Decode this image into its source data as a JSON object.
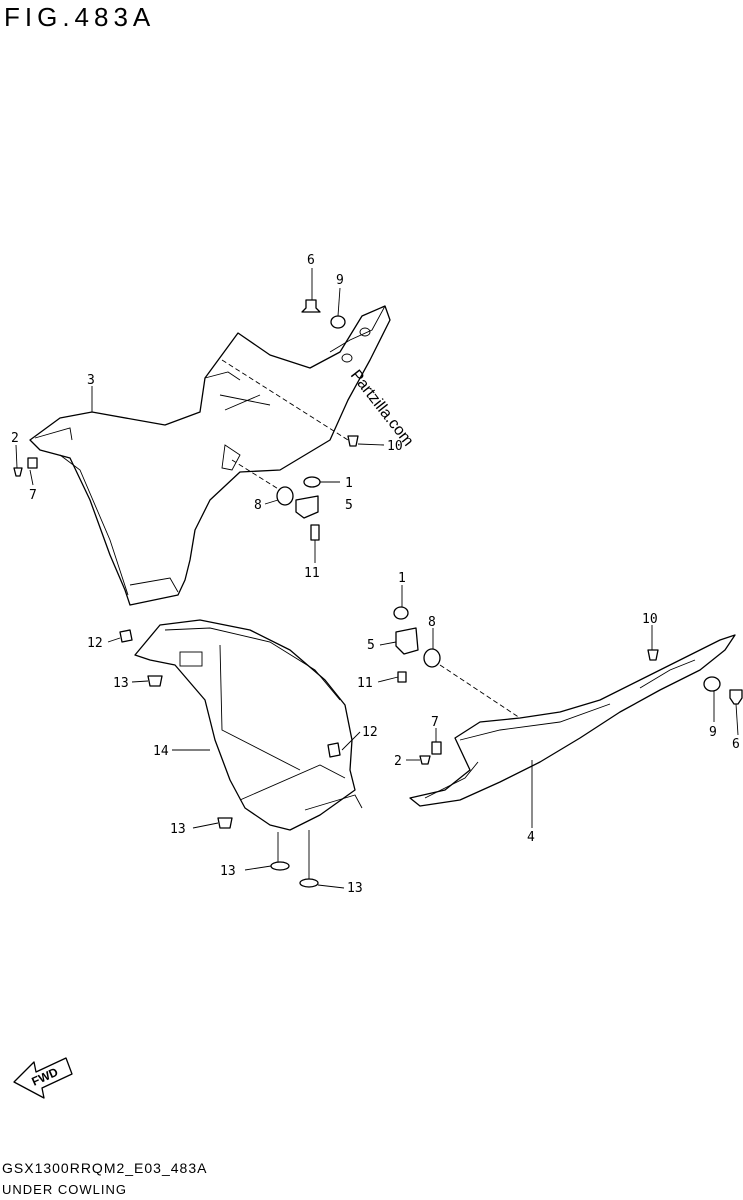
{
  "figure": {
    "title": "FIG.483A",
    "code": "GSX1300RRQM2_E03_483A",
    "name": "UNDER COWLING"
  },
  "watermark": "Partzilla.com",
  "fwd_label": "FWD",
  "callouts": [
    {
      "id": "c6a",
      "label": "6"
    },
    {
      "id": "c9a",
      "label": "9"
    },
    {
      "id": "c3",
      "label": "3"
    },
    {
      "id": "c2a",
      "label": "2"
    },
    {
      "id": "c7a",
      "label": "7"
    },
    {
      "id": "c10a",
      "label": "10"
    },
    {
      "id": "c1a",
      "label": "1"
    },
    {
      "id": "c8a",
      "label": "8"
    },
    {
      "id": "c5a",
      "label": "5"
    },
    {
      "id": "c11a",
      "label": "11"
    },
    {
      "id": "c1b",
      "label": "1"
    },
    {
      "id": "c8b",
      "label": "8"
    },
    {
      "id": "c5b",
      "label": "5"
    },
    {
      "id": "c11b",
      "label": "11"
    },
    {
      "id": "c10b",
      "label": "10"
    },
    {
      "id": "c9b",
      "label": "9"
    },
    {
      "id": "c6b",
      "label": "6"
    },
    {
      "id": "c7b",
      "label": "7"
    },
    {
      "id": "c2b",
      "label": "2"
    },
    {
      "id": "c4",
      "label": "4"
    },
    {
      "id": "c12a",
      "label": "12"
    },
    {
      "id": "c13a",
      "label": "13"
    },
    {
      "id": "c14",
      "label": "14"
    },
    {
      "id": "c12b",
      "label": "12"
    },
    {
      "id": "c13b",
      "label": "13"
    },
    {
      "id": "c13c",
      "label": "13"
    },
    {
      "id": "c13d",
      "label": "13"
    }
  ]
}
